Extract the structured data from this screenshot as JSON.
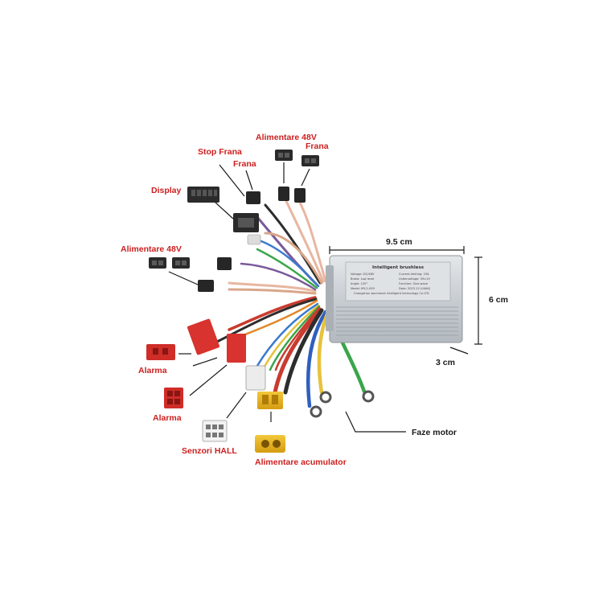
{
  "labels": {
    "alimentare_48v_top": "Alimentare 48V",
    "frana_top": "Frana",
    "stop_frana": "Stop Frana",
    "frana_mid": "Frana",
    "display": "Display",
    "alimentare_48v_left": "Alimentare 48V",
    "alarma_1": "Alarma",
    "alarma_2": "Alarma",
    "senzori_hall": "Senzori HALL",
    "alimentare_acumulator": "Alimentare acumulator",
    "faze_motor": "Faze motor",
    "width_dim": "9.5 cm",
    "height_dim": "6 cm",
    "depth_dim": "3 cm"
  },
  "controller_plate": {
    "title": "Intelligent brushless",
    "voltage": "Voltage: DC/48V",
    "current": "Current-limiting: 23A",
    "brake": "Brake: Low level",
    "undervoltage": "Undervoltage: 39±1V",
    "angle": "Angle: 120°",
    "function": "Function: Sine wave",
    "model": "Model: MY-2-039",
    "date": "Date: 2023.12 (LNAK)",
    "maker": "Changzhou wechairah intelligent technology Co LTD"
  },
  "colors": {
    "label_red": "#cc1f1f",
    "controller_body": "#c9ced3",
    "connector_red": "#d8332e",
    "connector_yellow": "#e7b51f"
  }
}
